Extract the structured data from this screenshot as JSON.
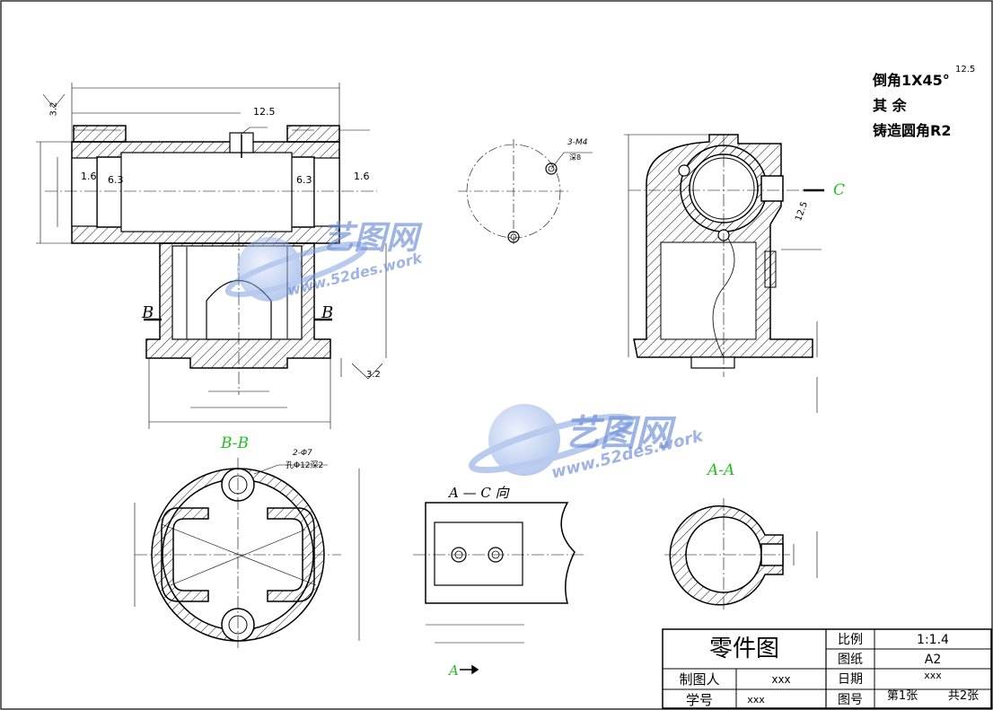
{
  "notes": {
    "chamfer": "倒角1X45°",
    "chamfer_roughness": "12.5",
    "rest": "其    余",
    "fillet": "铸造圆角R2"
  },
  "labels": {
    "section_c": "C",
    "section_bb": "B-B",
    "section_aa": "A-A",
    "view_ac": "A — C 向",
    "b_left": "B",
    "b_right": "B",
    "a_arrow": "A",
    "hole_note_top": "3-M4",
    "hole_note_bottom": "深8",
    "hole_bb_top": "2-Φ7",
    "hole_bb_bottom": "孔Φ12深2",
    "roughness_12_5_a": "12.5",
    "roughness_12_5_b": "12.5",
    "roughness_3_2_a": "3.2",
    "roughness_3_2_b": "3.2",
    "roughness_6_3_a": "6.3",
    "roughness_6_3_b": "6.3",
    "roughness_1_6_a": "1.6",
    "roughness_1_6_b": "1.6"
  },
  "watermark": {
    "brand": "艺图网",
    "url": "www.52des.work"
  },
  "title_block": {
    "part_name": "零件图",
    "scale_label": "比例",
    "scale_value": "1:1.4",
    "sheet_label": "图纸",
    "sheet_value": "A2",
    "drawn_by_label": "制图人",
    "drawn_by_value": "xxx",
    "date_label": "日期",
    "date_value": "xxx",
    "student_id_label": "学号",
    "student_id_value": "xxx",
    "drawing_no_label": "图号",
    "sheet_no": "第1张",
    "sheet_total": "共2张"
  },
  "colors": {
    "line": "#000000",
    "section_label": "#22c022",
    "watermark": "#6a8cd6"
  }
}
